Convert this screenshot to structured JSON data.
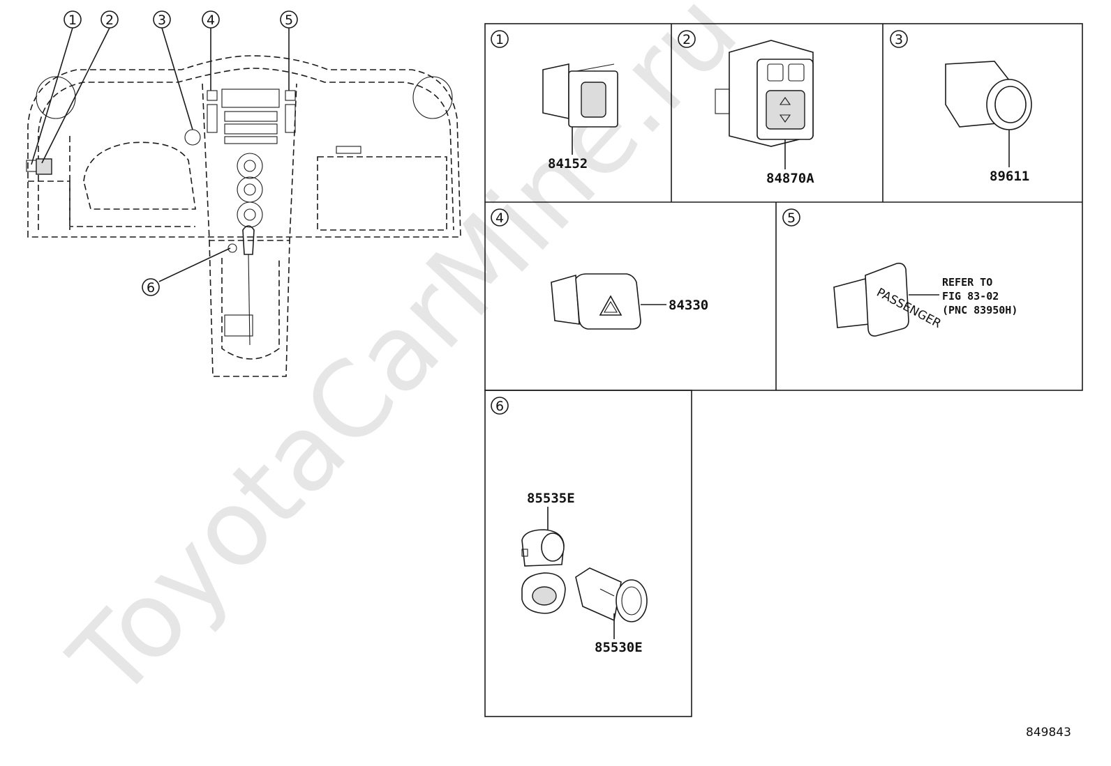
{
  "watermark": "ToyotaCarMine.ru",
  "figure_code": "849843",
  "callouts": [
    "1",
    "2",
    "3",
    "4",
    "5",
    "6"
  ],
  "panels": [
    {
      "index": "1",
      "part_numbers": [
        "84152"
      ]
    },
    {
      "index": "2",
      "part_numbers": [
        "84870A"
      ]
    },
    {
      "index": "3",
      "part_numbers": [
        "89611"
      ]
    },
    {
      "index": "4",
      "part_numbers": [
        "84330"
      ]
    },
    {
      "index": "5",
      "reference": [
        "REFER TO",
        "FIG 83-02",
        "(PNC 83950H)"
      ],
      "switch_text": "PASSENGER"
    },
    {
      "index": "6",
      "part_numbers": [
        "85535E",
        "85530E"
      ]
    }
  ]
}
